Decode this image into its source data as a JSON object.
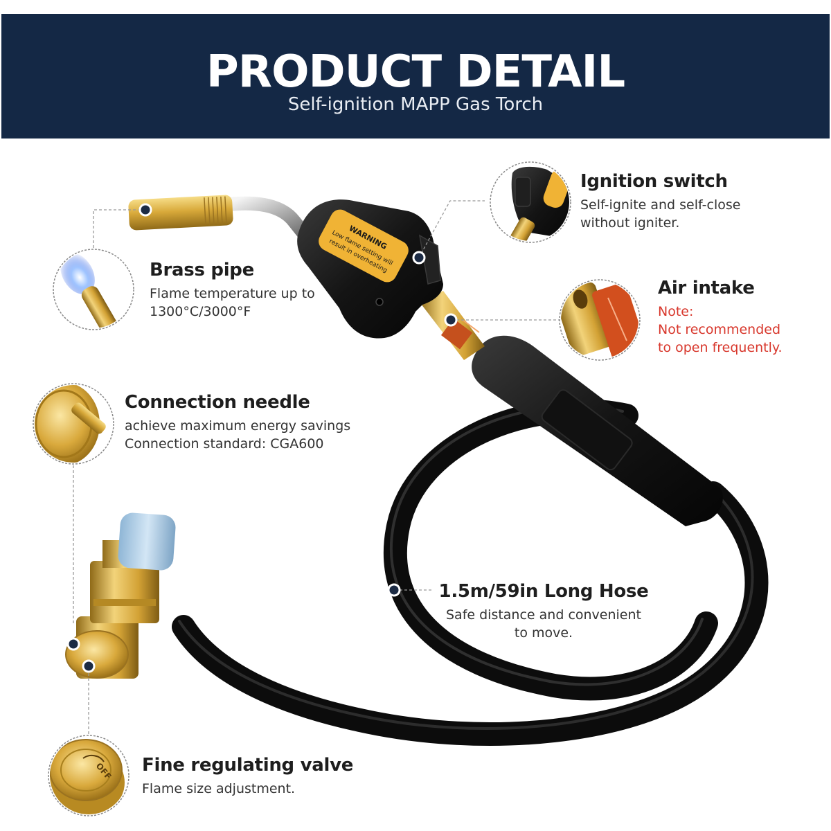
{
  "header": {
    "title": "PRODUCT DETAIL",
    "subtitle": "Self-ignition MAPP Gas Torch"
  },
  "colors": {
    "header_bg": "#142845",
    "brass": "#d4a531",
    "hose": "#111111",
    "note_red": "#d8372c"
  },
  "product_labels": {
    "warning_title": "WARNING",
    "warning_line1": "Low flame setting will",
    "warning_line2": "result in overheating",
    "knob_off": "OFF"
  },
  "callouts": {
    "ignition": {
      "title": "Ignition switch",
      "lines": [
        "Self-ignite and self-close",
        "without igniter."
      ]
    },
    "brass": {
      "title": "Brass pipe",
      "lines": [
        "Flame temperature up to",
        "1300°C/3000°F"
      ]
    },
    "air": {
      "title": "Air intake",
      "lines": [
        "Note:",
        "Not recommended",
        "to open frequently."
      ]
    },
    "needle": {
      "title": "Connection needle",
      "lines": [
        "achieve maximum energy savings",
        "Connection standard: CGA600"
      ]
    },
    "hose": {
      "title": "1.5m/59in Long Hose",
      "lines": [
        "Safe distance and convenient",
        "to move."
      ]
    },
    "valve": {
      "title": "Fine regulating valve",
      "lines": [
        "Flame size adjustment."
      ]
    }
  }
}
